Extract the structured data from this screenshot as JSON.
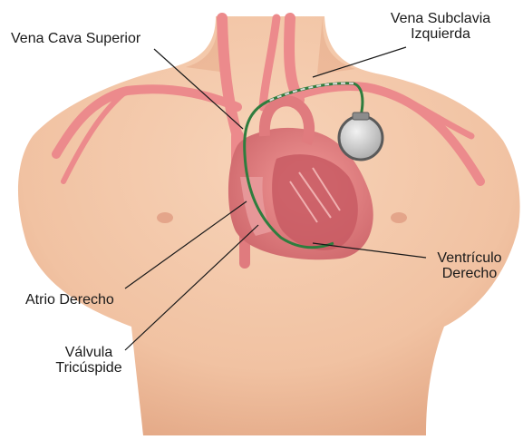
{
  "labels": {
    "svc_superior": [
      "Vena Cava Superior"
    ],
    "subclavia": [
      "Vena Subclavia",
      "Izquierda"
    ],
    "ventriculo": [
      "Ventrículo",
      "Derecho"
    ],
    "atrio": [
      "Atrio Derecho"
    ],
    "valvula": [
      "Válvula",
      "Tricúspide"
    ]
  },
  "colors": {
    "skin": "#f3c7a8",
    "skin_shadow": "#e2a786",
    "vessel": "#ec8a8c",
    "vessel_dark": "#d9686c",
    "heart": "#e0787a",
    "heart_dark": "#b94f57",
    "lead": "#2e7d3e",
    "pacemaker": "#c9c9c9",
    "pacemaker_edge": "#5a5a5a",
    "leader_line": "#1a1a1a"
  }
}
